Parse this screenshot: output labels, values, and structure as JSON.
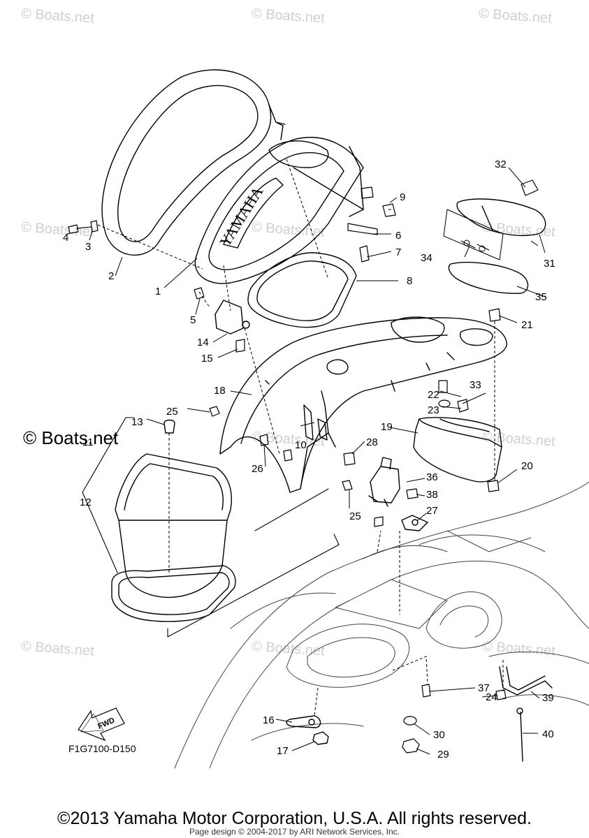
{
  "watermark": "© Boats.net",
  "watermark_main": "© Boats.net",
  "diagram_code": "F1G7100-D150",
  "fwd_label": "FWD",
  "copyright": "©2013 Yamaha Motor Corporation, U.S.A. All rights reserved.",
  "page_design": "Page design © 2004-2017 by ARI Network Services, Inc.",
  "hood_brand": "YAMAHA",
  "callouts": {
    "c1": "1",
    "c2": "2",
    "c3": "3",
    "c4": "4",
    "c5": "5",
    "c6": "6",
    "c7": "7",
    "c8": "8",
    "c9": "9",
    "c10": "10",
    "c11": "11",
    "c12": "12",
    "c13": "13",
    "c14": "14",
    "c15": "15",
    "c16": "16",
    "c17": "17",
    "c18": "18",
    "c19": "19",
    "c20": "20",
    "c21": "21",
    "c22": "22",
    "c23": "23",
    "c24": "24",
    "c25a": "25",
    "c25b": "25",
    "c26": "26",
    "c27": "27",
    "c28": "28",
    "c29": "29",
    "c30": "30",
    "c31": "31",
    "c32": "32",
    "c33": "33",
    "c34": "34",
    "c35": "35",
    "c36": "36",
    "c37": "37",
    "c38": "38",
    "c39": "39",
    "c40": "40"
  }
}
